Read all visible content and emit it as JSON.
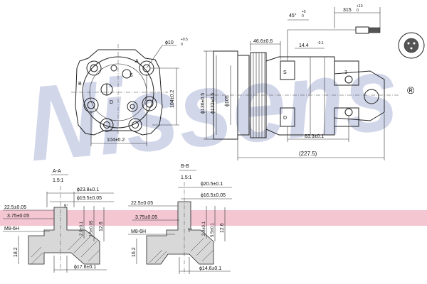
{
  "brand": {
    "watermark": "Nissens",
    "registered": "®"
  },
  "colors": {
    "watermark": "#c9cfe6",
    "band": "#f3c6d2"
  },
  "front_view": {
    "hole_dim": "ϕ10",
    "hole_tol_upper": "+0.5",
    "hole_tol_lower": "0",
    "height_dim": "104±0.2",
    "width_dim": "104±0.2",
    "marks": {
      "s": "S",
      "d": "D",
      "b": "B",
      "a": "A"
    }
  },
  "side_view": {
    "wire_len": "315",
    "wire_tol_upper": "+10",
    "wire_tol_lower": "0",
    "angle": "45°",
    "angle_tol_upper": "+5",
    "angle_tol_lower": "0",
    "pulley_offset": "46.6±0.6",
    "ear_width": "14.4",
    "ear_tol_upper": "-0.1",
    "ear_tol_lower": "",
    "d_outer": "ϕ136±0.5",
    "d_pulley": "ϕ132±0.5",
    "d_hub": "ϕ105",
    "ear_dist": "83.3±0.1",
    "total_len": "(227.5)",
    "label_s": "S",
    "label_d": "D",
    "label_3": "3"
  },
  "section_aa": {
    "title": "A-A",
    "scale": "1.5:1",
    "dims": [
      "ϕ23.8±0.1",
      "ϕ19.5±0.05",
      "22.5±0.05",
      "3.75±0.05",
      "M8-6H",
      "2.9±0.1",
      "3.5±0.05",
      "12.6",
      "18.2",
      "ϕ17.6±0.1",
      "5°"
    ]
  },
  "section_bb": {
    "title": "B-B",
    "scale": "1.5:1",
    "dims": [
      "ϕ20.5±0.1",
      "ϕ16.5±0.05",
      "22.5±0.05",
      "3.75±0.05",
      "M8-6H",
      "2.9±0.1",
      "5.5±0.1",
      "12.6",
      "16.2",
      "ϕ14.6±0.1",
      "5°"
    ]
  }
}
